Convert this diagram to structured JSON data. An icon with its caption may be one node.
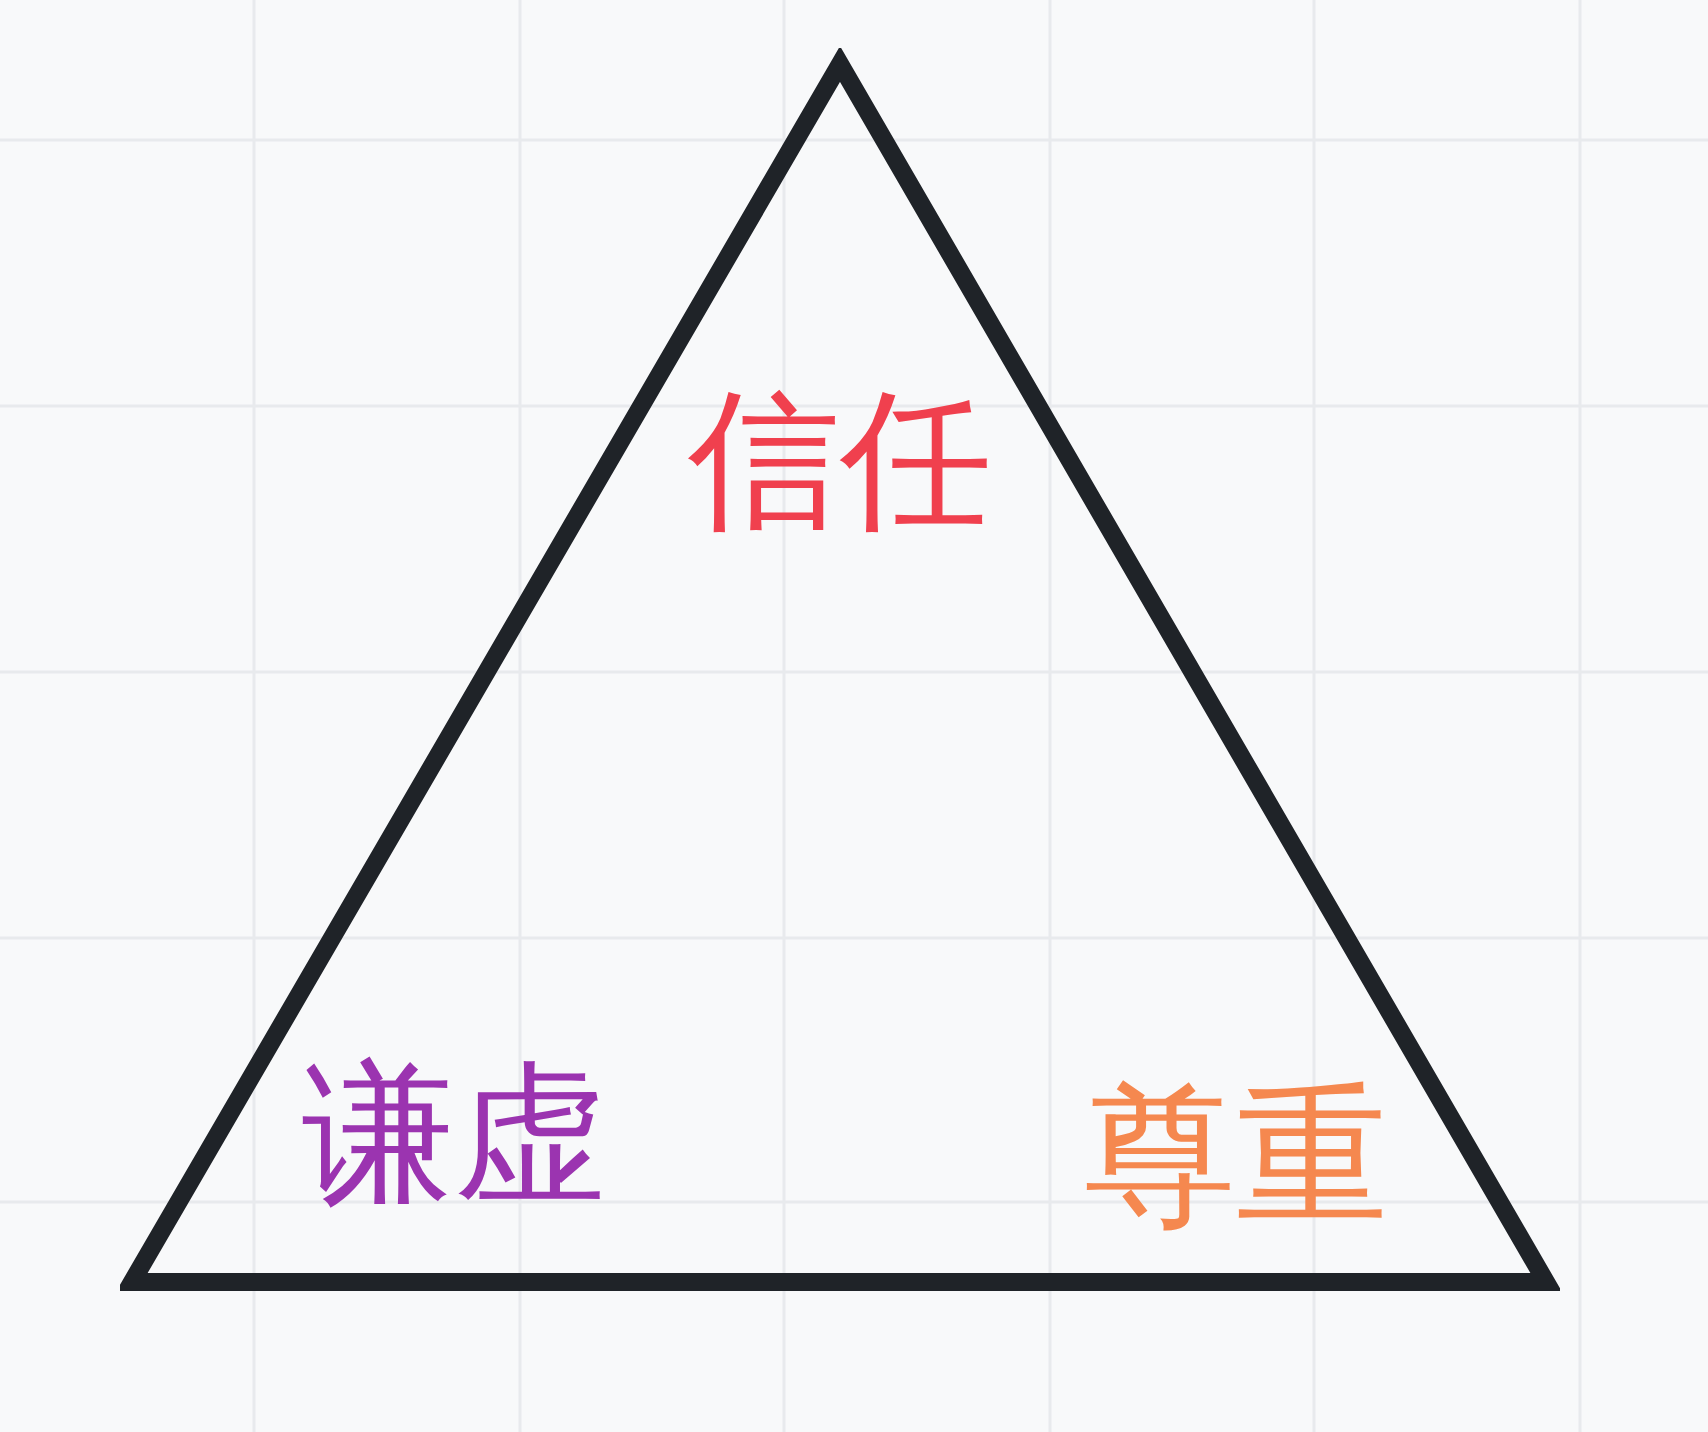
{
  "diagram": {
    "nodes": [
      {
        "text": [
          "信任",
          "谦虚",
          "尊重"
        ]
      }
    ]
  }
}
